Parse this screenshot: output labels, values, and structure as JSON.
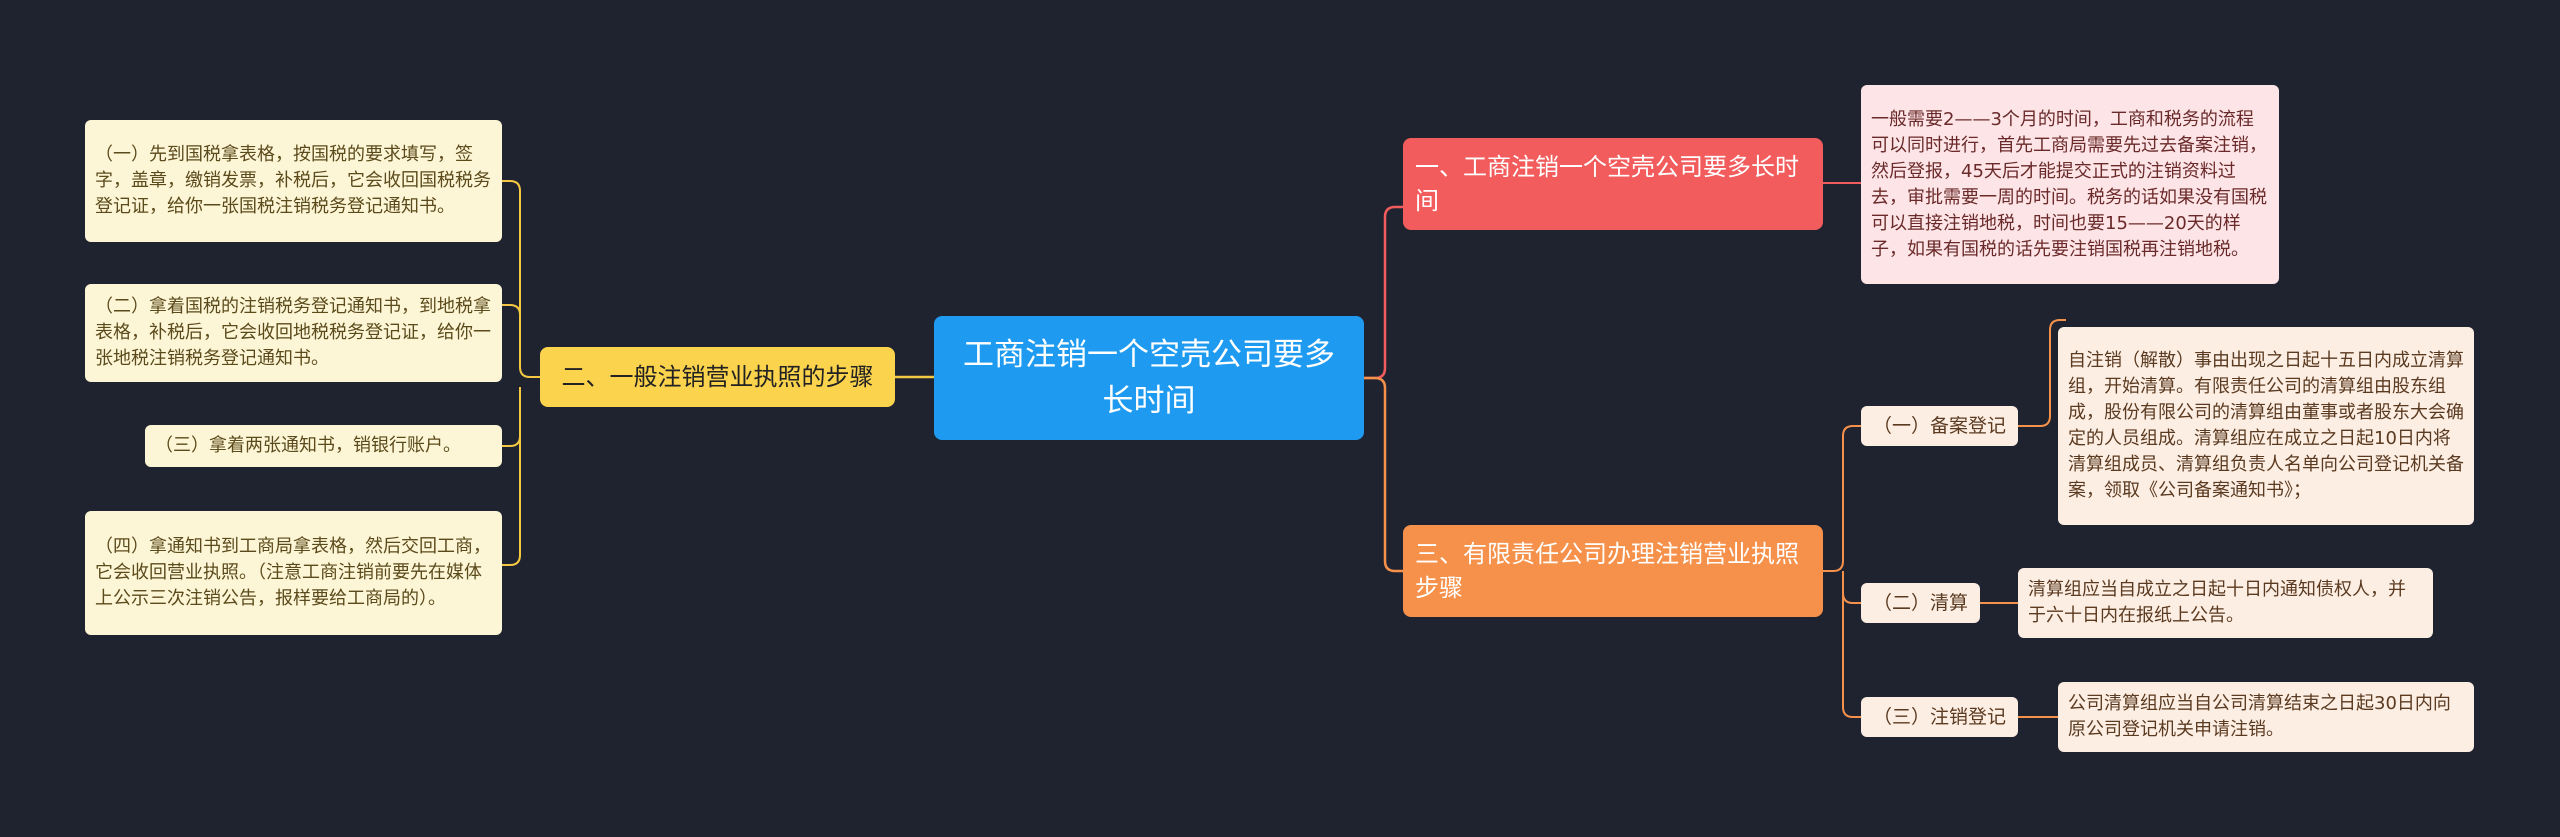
{
  "colors": {
    "background": "#1f2330",
    "root": "#1e9bf0",
    "branch_red": "#f25c5c",
    "branch_yellow": "#fcd34d",
    "branch_orange": "#f5914a",
    "link_red": "#f25c5c",
    "link_yellow": "#f5c842",
    "link_orange": "#f5914a"
  },
  "root": {
    "text": "工商注销一个空壳公司要多长时间"
  },
  "branches": {
    "b1": {
      "text": "一、工商注销一个空壳公司要多长时间",
      "detail": "一般需要2——3个月的时间，工商和税务的流程可以同时进行，首先工商局需要先过去备案注销，然后登报，45天后才能提交正式的注销资料过去，审批需要一周的时间。税务的话如果没有国税可以直接注销地税，时间也要15——20天的样子，如果有国税的话先要注销国税再注销地税。"
    },
    "b2": {
      "text": "二、一般注销营业执照的步骤",
      "steps": [
        "（一）先到国税拿表格，按国税的要求填写，签字，盖章，缴销发票，补税后，它会收回国税税务登记证，给你一张国税注销税务登记通知书。",
        "（二）拿着国税的注销税务登记通知书，到地税拿表格，补税后，它会收回地税税务登记证，给你一张地税注销税务登记通知书。",
        "（三）拿着两张通知书，销银行账户。",
        "（四）拿通知书到工商局拿表格，然后交回工商，它会收回营业执照。（注意工商注销前要先在媒体上公示三次注销公告，报样要给工商局的）。"
      ]
    },
    "b3": {
      "text": "三、有限责任公司办理注销营业执照步骤",
      "subs": [
        {
          "label": "（一）备案登记",
          "detail": "自注销（解散）事由出现之日起十五日内成立清算组，开始清算。有限责任公司的清算组由股东组成，股份有限公司的清算组由董事或者股东大会确定的人员组成。清算组应在成立之日起10日内将清算组成员、清算组负责人名单向公司登记机关备案，领取《公司备案通知书》；"
        },
        {
          "label": "（二）清算",
          "detail": "清算组应当自成立之日起十日内通知债权人，并于六十日内在报纸上公告。"
        },
        {
          "label": "（三）注销登记",
          "detail": "公司清算组应当自公司清算结束之日起30日内向原公司登记机关申请注销。"
        }
      ]
    }
  }
}
